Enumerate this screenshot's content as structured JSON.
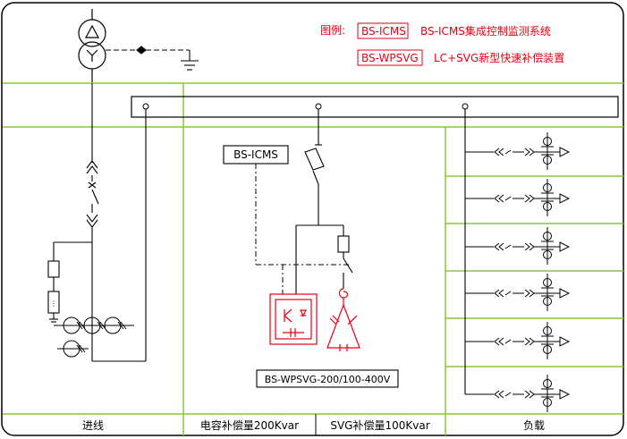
{
  "legend": {
    "prefix": "图例:",
    "items": [
      {
        "code": "BS-ICMS",
        "desc": "BS-ICMS集成控制监测系统"
      },
      {
        "code": "BS-WPSVG",
        "desc": "LC+SVG新型快速补偿装置"
      }
    ]
  },
  "device_labels": {
    "icms_box": "BS-ICMS",
    "svg_model": "BS-WPSVG-200/100-400V"
  },
  "footer": {
    "incoming": "进线",
    "capacitor": "电容补偿量200Kvar",
    "svg": "SVG补偿量100Kvar",
    "load": "负载"
  },
  "colors": {
    "green": "#8cc63f",
    "red": "#e60012",
    "line": "#000000",
    "frame": "#000000"
  }
}
